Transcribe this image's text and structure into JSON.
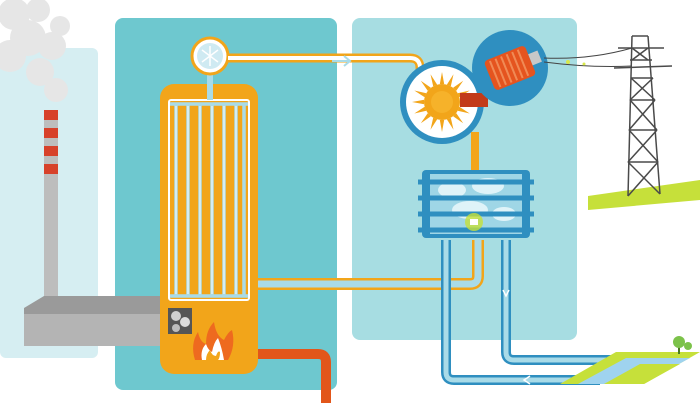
{
  "diagram": {
    "components": [
      {
        "id": "chimney",
        "label": ""
      },
      {
        "id": "boiler",
        "label": ""
      },
      {
        "id": "steam-drum",
        "label": ""
      },
      {
        "id": "turbine",
        "label": ""
      },
      {
        "id": "generator",
        "label": ""
      },
      {
        "id": "condenser",
        "label": ""
      },
      {
        "id": "transmission-tower",
        "label": ""
      },
      {
        "id": "furnace",
        "label": ""
      },
      {
        "id": "coal-feed",
        "label": ""
      },
      {
        "id": "cooling-water",
        "label": ""
      }
    ],
    "colors": {
      "panel": "#6ec8cf",
      "panel_light": "#a7dde2",
      "chimney_bg": "#d6eef2",
      "boiler": "#f2a51a",
      "pipe_orange": "#f2a51a",
      "pipe_blue": "#a9dbe8",
      "water_blue": "#2f8fc0",
      "fire": "#ee6a1f",
      "fuel_pipe": "#e2561a",
      "generator": "#e5541f",
      "grass": "#c6e03a",
      "concrete": "#a8a8a8",
      "smoke": "#e8e8e8"
    },
    "flow_arrows": [
      "steam-to-turbine",
      "return-water"
    ]
  }
}
